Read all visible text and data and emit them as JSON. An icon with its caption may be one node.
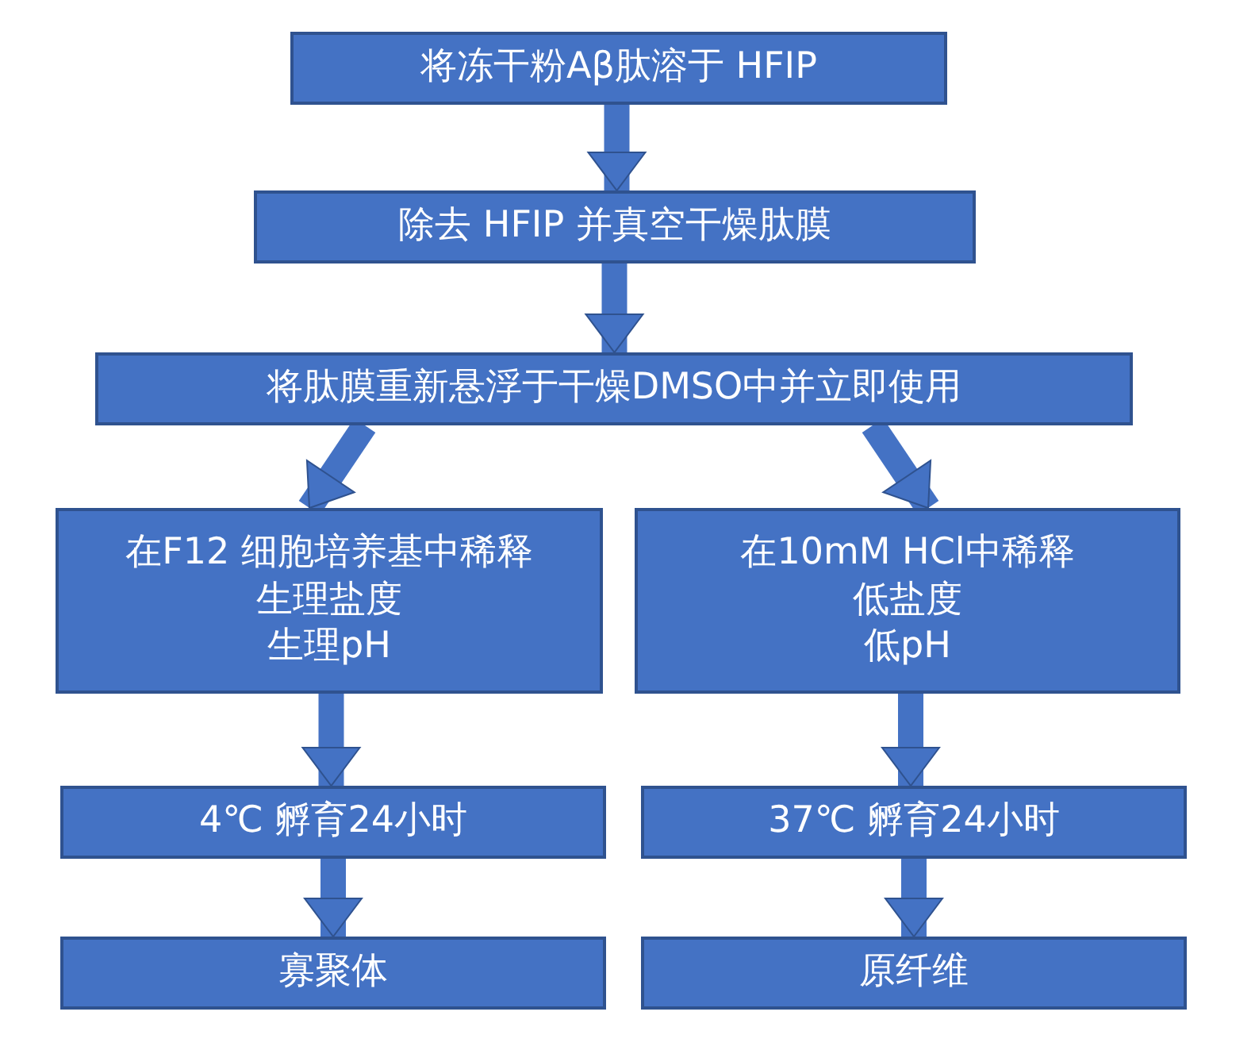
{
  "diagram": {
    "nodes": [
      {
        "text": [
          "将冻干粉Aβ肽溶于 HFIP"
        ]
      },
      {
        "text": [
          "除去 HFIP 并真空干燥肽膜"
        ]
      },
      {
        "text": [
          "将肽膜重新悬浮于干燥DMSO中并立即使用"
        ]
      },
      {
        "text": [
          "在F12 细胞培养基中稀释",
          "生理盐度",
          "生理pH"
        ]
      },
      {
        "text": [
          "在10mM HCl中稀释",
          "低盐度",
          "低pH"
        ]
      },
      {
        "text": [
          "4℃ 孵育24小时"
        ]
      },
      {
        "text": [
          "37℃ 孵育24小时"
        ]
      },
      {
        "text": [
          "寡聚体"
        ]
      },
      {
        "text": [
          "原纤维"
        ]
      }
    ],
    "edges": [
      {
        "from": 0,
        "to": 1,
        "arrow": "to"
      },
      {
        "from": 1,
        "to": 2,
        "arrow": "to"
      },
      {
        "from": 2,
        "to": 3,
        "arrow": "to"
      },
      {
        "from": 2,
        "to": 4,
        "arrow": "to"
      },
      {
        "from": 3,
        "to": 5,
        "arrow": "to"
      },
      {
        "from": 4,
        "to": 6,
        "arrow": "to"
      },
      {
        "from": 5,
        "to": 7,
        "arrow": "to"
      },
      {
        "from": 6,
        "to": 8,
        "arrow": "to"
      }
    ]
  }
}
